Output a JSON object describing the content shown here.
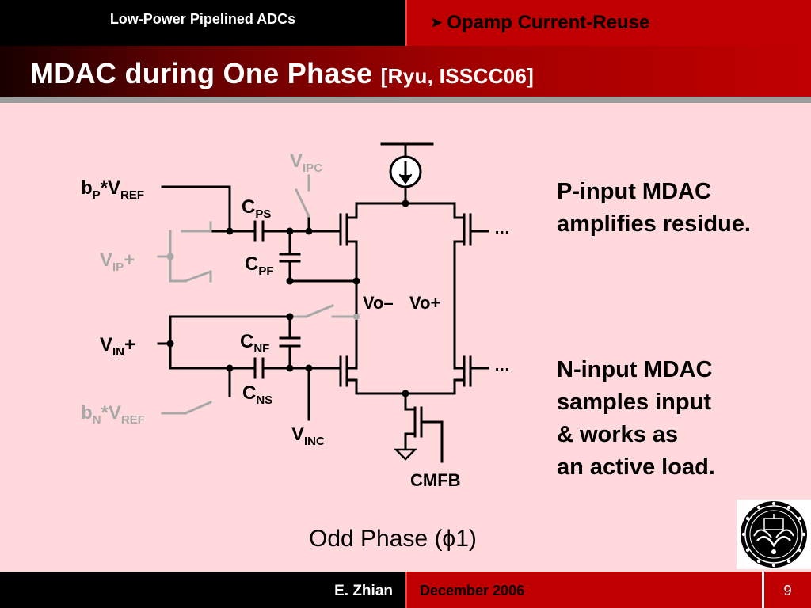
{
  "header": {
    "course": "Low-Power Pipelined ADCs",
    "section": "Opamp Current-Reuse",
    "title": "MDAC during One Phase",
    "title_ref": "[Ryu, ISSCC06]"
  },
  "footer": {
    "author": "E. Zhian",
    "date": "December 2006",
    "page": "9"
  },
  "notes": {
    "p_mdac": [
      "P-input MDAC",
      "amplifies residue."
    ],
    "n_mdac": [
      "N-input MDAC",
      "samples input",
      "& works as",
      "an active load."
    ]
  },
  "caption": "Odd Phase (ϕ1)",
  "circuit": {
    "bp_vref": {
      "a": "b",
      "a_sub": "P",
      "b": "*V",
      "b_sub": "REF"
    },
    "vip": {
      "a": "V",
      "a_sub": "IP",
      "b": "+"
    },
    "vin": {
      "a": "V",
      "a_sub": "IN",
      "b": "+"
    },
    "bn_vref": {
      "a": "b",
      "a_sub": "N",
      "b": "*V",
      "b_sub": "REF"
    },
    "cps": {
      "a": "C",
      "a_sub": "PS"
    },
    "cpf": {
      "a": "C",
      "a_sub": "PF"
    },
    "cnf": {
      "a": "C",
      "a_sub": "NF"
    },
    "cns": {
      "a": "C",
      "a_sub": "NS"
    },
    "vipc": {
      "a": "V",
      "a_sub": "IPC"
    },
    "vinc": {
      "a": "V",
      "a_sub": "INC"
    },
    "vo_minus": "Vo–",
    "vo_plus": "Vo+",
    "cmfb": "CMFB",
    "ellipsis": "…"
  },
  "colors": {
    "header_black": "#000000",
    "header_red": "#c00000",
    "slide_background": "#ffd9dc",
    "wire_active": "#000000",
    "wire_inactive": "#a8a8a8"
  },
  "icons": {
    "section_bullet": "arrow-bullet-icon",
    "current_source": "current-source-icon",
    "ground": "ground-icon",
    "seal": "university-seal-icon"
  }
}
